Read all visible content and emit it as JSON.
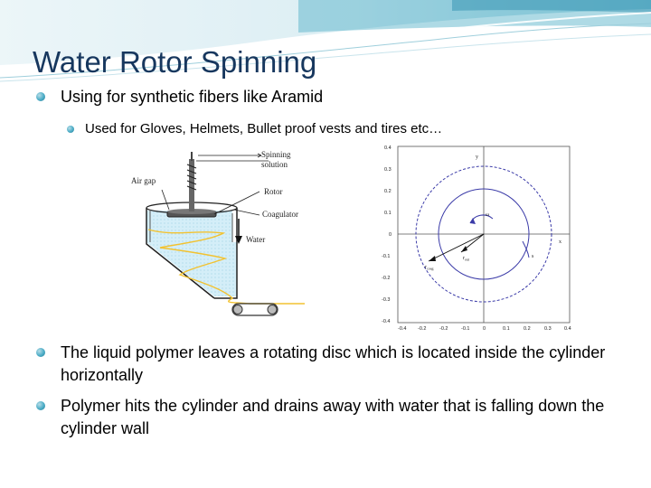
{
  "slide": {
    "title": "Water Rotor Spinning",
    "bullets": [
      "Using for synthetic fibers like Aramid",
      "The liquid polymer leaves a rotating disc which is located inside the cylinder horizontally",
      "Polymer hits the cylinder and drains away with water that is falling down the cylinder wall"
    ],
    "sub_bullets": [
      "Used for Gloves, Helmets, Bullet proof vests and tires etc…"
    ]
  },
  "apparatus_figure": {
    "labels": {
      "air_gap": "Air gap",
      "spinning_solution_1": "Spinning",
      "spinning_solution_2": "solution",
      "rotor": "Rotor",
      "coagulator": "Coagulator",
      "water": "Water"
    }
  },
  "plot_figure": {
    "y_ticks": [
      "0.4",
      "0.3",
      "0.2",
      "0.1",
      "0",
      "-0.1",
      "-0.2",
      "-0.3",
      "-0.4"
    ],
    "x_ticks": [
      "-0.4",
      "-0.2",
      "-0.2",
      "-0.1",
      "0",
      "0.1",
      "0.2",
      "0.3",
      "0.4"
    ],
    "labels": {
      "y_axis": "y",
      "x_axis": "x",
      "omega": "ω",
      "r_coag": "r",
      "r_coag_sub": "coag",
      "r_out": "r",
      "r_out_sub": "out",
      "s": "s"
    }
  },
  "colors": {
    "title": "#17375e",
    "bullet": "#4bacc6",
    "plot_curve": "#3b3ba8"
  }
}
